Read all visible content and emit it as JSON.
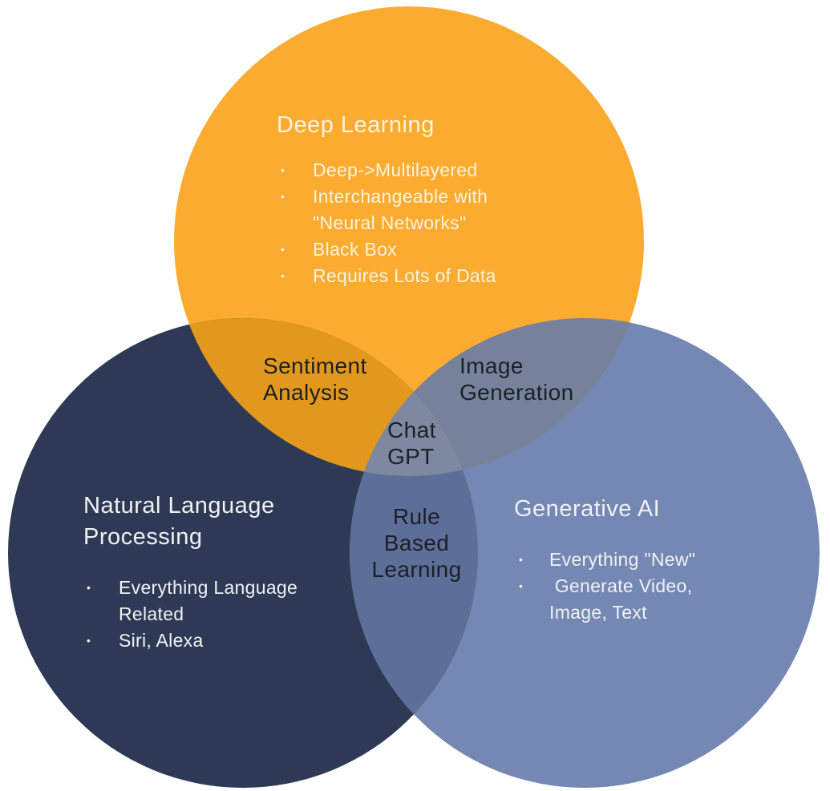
{
  "colors": {
    "background": "#FFFFFF",
    "deep_learning": "#FBAB2F",
    "nlp": "#2E3A55",
    "generative_ai": "#7488B3",
    "dl_nlp_overlap": "#E2981C",
    "dl_genai_overlap": "#76819B",
    "nlp_genai_overlap": "#5D6F99",
    "center_overlap": "#7E88A0",
    "light_text_on_orange": "#FBF3DF",
    "light_text_on_blue": "#EFF2F5",
    "dark_label_text": "#1B1F26"
  },
  "venn": {
    "bullet_char": "•",
    "circles": [
      {
        "id": "deep-learning",
        "title": "Deep Learning",
        "bullets": [
          "Deep->Multilayered",
          "Interchangeable with\n\"Neural Networks\"",
          "Black Box",
          "Requires Lots of Data"
        ]
      },
      {
        "id": "natural-language-processing",
        "title": "Natural Language\nProcessing",
        "bullets": [
          "Everything Language\nRelated",
          "Siri, Alexa"
        ]
      },
      {
        "id": "generative-ai",
        "title": "Generative AI",
        "bullets": [
          "Everything \"New\"",
          " Generate Video,\nImage, Text"
        ]
      }
    ],
    "overlaps": {
      "dl_nlp": "Sentiment\nAnalysis",
      "dl_genai": "Image\nGeneration",
      "nlp_genai": "Rule\nBased\nLearning",
      "center": "Chat\nGPT"
    }
  }
}
